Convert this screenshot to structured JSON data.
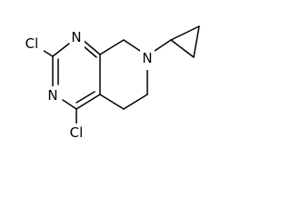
{
  "molecule": {
    "atoms": {
      "cl_top": "Cl",
      "n_upper": "N",
      "n_lower": "N",
      "n_ring": "N",
      "cl_bottom": "Cl"
    }
  }
}
